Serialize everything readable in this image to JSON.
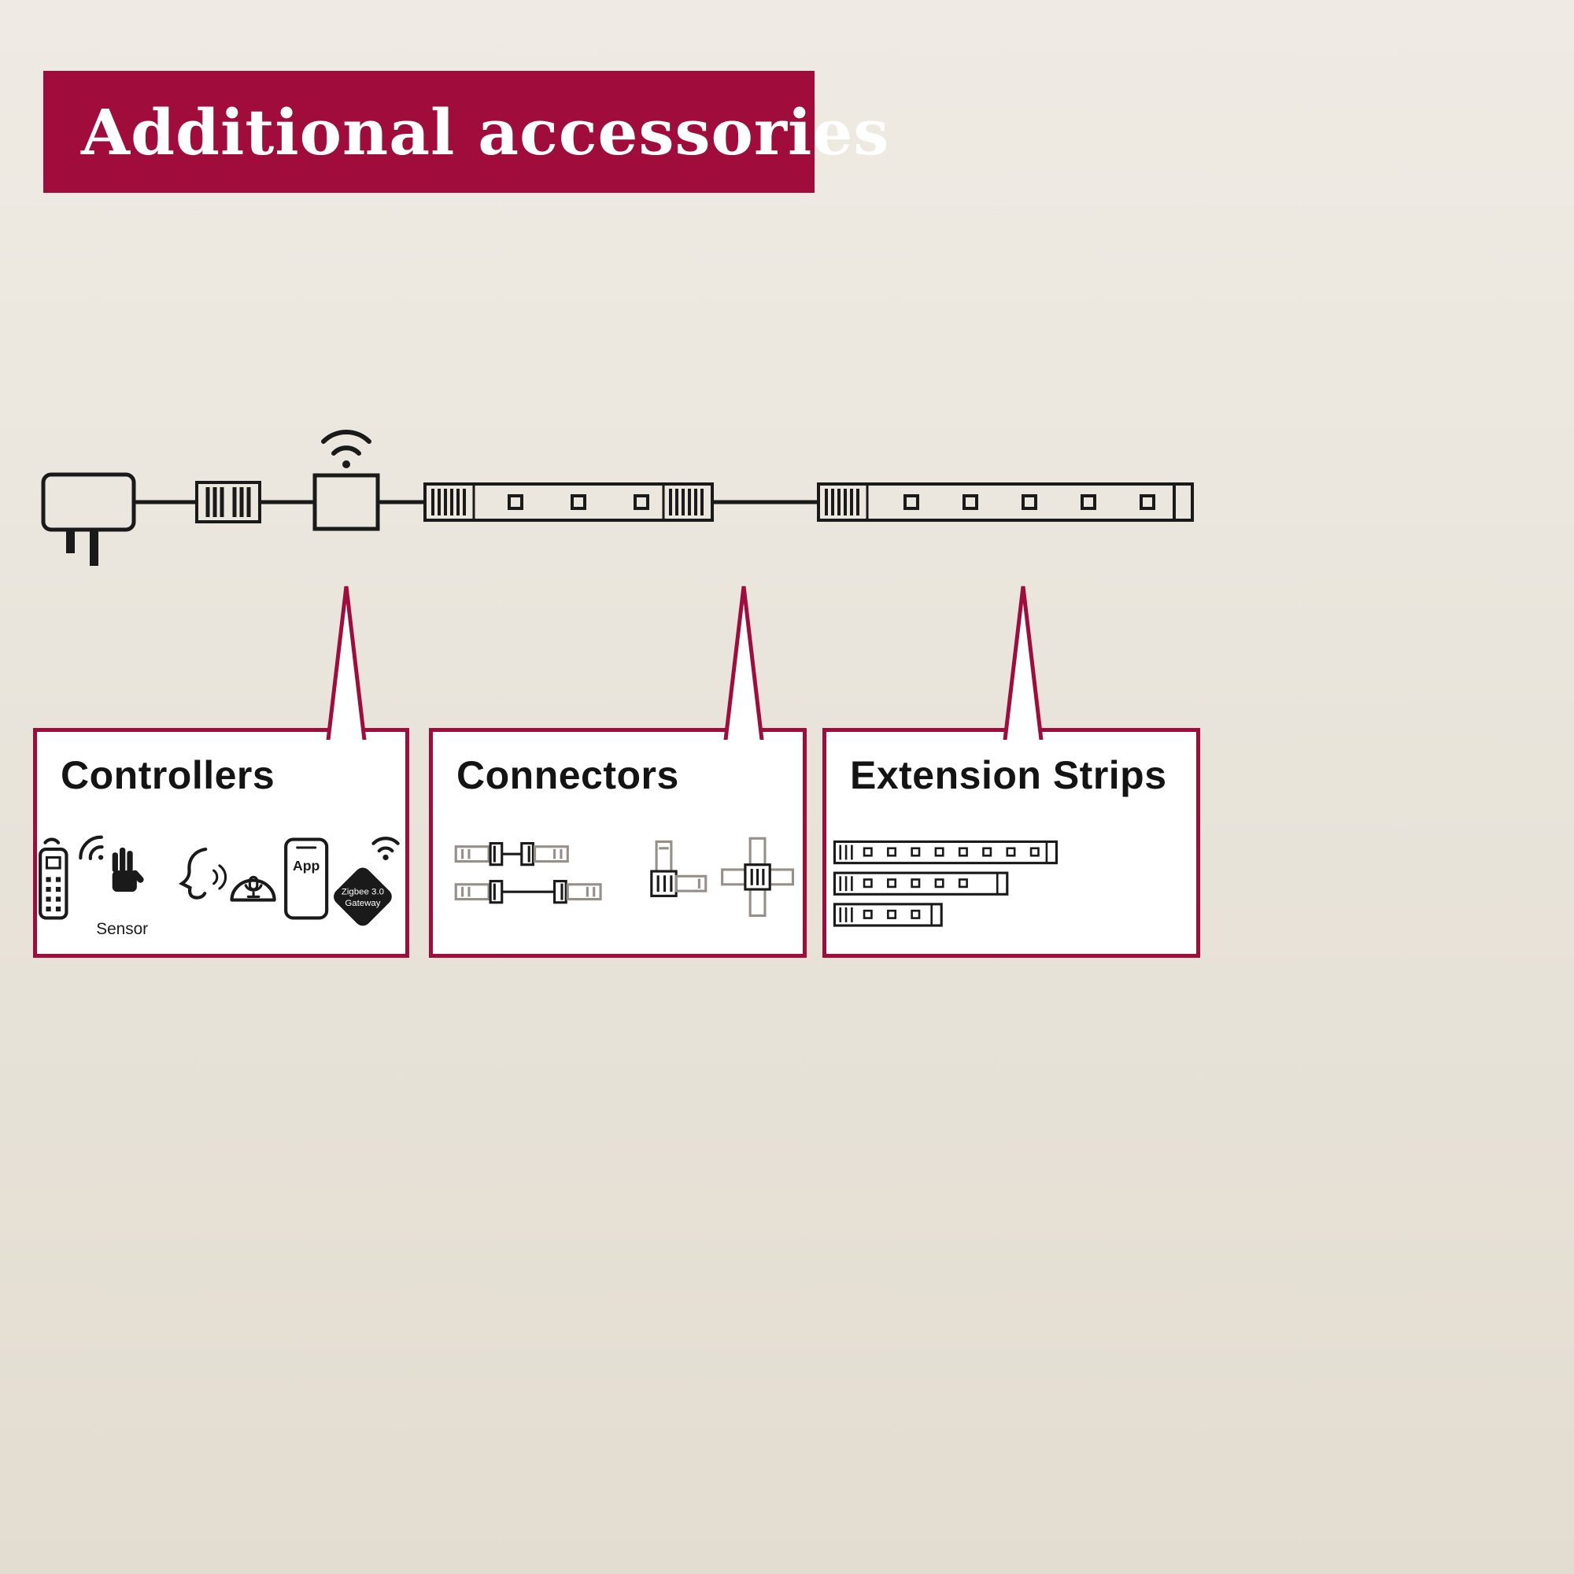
{
  "colors": {
    "background": "#e8e3d9",
    "accent_red": "#a00c3c",
    "line": "#1a1a1a",
    "panel": "#ffffff",
    "grey_strip": "#979088"
  },
  "banner": {
    "label": "Additional accessories"
  },
  "diagram": {
    "icons": [
      "power-adapter-icon",
      "strip-connector-icon",
      "wifi-controller-icon",
      "led-strip-icon",
      "led-strip-icon"
    ]
  },
  "callouts": {
    "controllers": {
      "title": "Controllers",
      "icons": [
        "remote-control-icon",
        "motion-sensor-icon",
        "voice-control-icon",
        "app-gateway-icon"
      ],
      "sensor_label": "Sensor",
      "app_label": "App",
      "gateway_label_line1": "Zigbee 3.0",
      "gateway_label_line2": "Gateway"
    },
    "connectors": {
      "title": "Connectors",
      "icons": [
        "straight-connector-icon",
        "corner-connector-icon",
        "cross-connector-icon"
      ]
    },
    "extension_strips": {
      "title": "Extension Strips",
      "icons": [
        "strip-long-icon",
        "strip-medium-icon",
        "strip-short-icon"
      ]
    }
  }
}
